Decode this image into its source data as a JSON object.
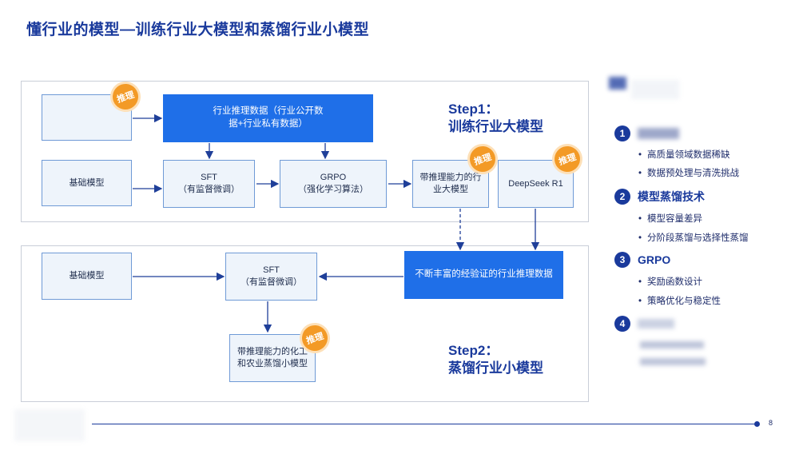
{
  "title": "懂行业的模型—训练行业大模型和蒸馏行业小模型",
  "badge_text": "推理",
  "step1": {
    "line1": "Step1：",
    "line2": "训练行业大模型"
  },
  "step2": {
    "line1": "Step2：",
    "line2": "蒸馏行业小模型"
  },
  "nodes": {
    "data_source": "行业推理数据（行业公开数据+行业私有数据）",
    "base_model_1": "基础模型",
    "sft_1_line1": "SFT",
    "sft_1_line2": "（有监督微调）",
    "grpo_line1": "GRPO",
    "grpo_line2": "（强化学习算法）",
    "industry_big_model": "带推理能力的行业大模型",
    "deepseek": "DeepSeek R1",
    "base_model_2": "基础模型",
    "sft_2_line1": "SFT",
    "sft_2_line2": "（有监督微调）",
    "verified_data": "不断丰富的经验证的行业推理数据",
    "small_model": "带推理能力的化工和农业蒸馏小模型"
  },
  "sidebar": {
    "sections": [
      {
        "num": "1",
        "title": "",
        "bullets": [
          "高质量领域数据稀缺",
          "数据预处理与清洗挑战"
        ]
      },
      {
        "num": "2",
        "title": "模型蒸馏技术",
        "bullets": [
          "模型容量差异",
          "分阶段蒸馏与选择性蒸馏"
        ]
      },
      {
        "num": "3",
        "title": "GRPO",
        "bullets": [
          "奖励函数设计",
          "策略优化与稳定性"
        ]
      },
      {
        "num": "4",
        "title": "",
        "bullets": [
          "",
          ""
        ]
      }
    ]
  },
  "page_number": "8",
  "colors": {
    "accent": "#1a3a9c",
    "node_blue": "#1f6fe8",
    "badge": "#f39a26",
    "node_fill": "#eef4fb"
  }
}
